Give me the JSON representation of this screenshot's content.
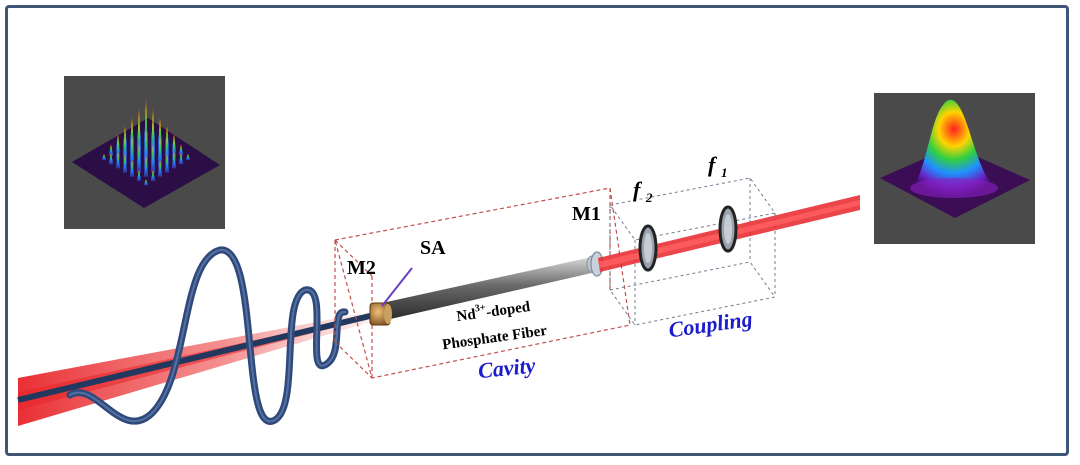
{
  "labels": {
    "m2": "M2",
    "sa": "SA",
    "m1": "M1",
    "f2": "f",
    "f2_sub": "2",
    "f1": "f",
    "f1_sub": "1",
    "fiber_line1": "Nd",
    "fiber_sup": "3+",
    "fiber_line1_rest": "-doped",
    "fiber_line2": "Phosphate Fiber",
    "cavity": "Cavity",
    "coupling": "Coupling"
  },
  "colors": {
    "frame": "#3f5677",
    "beam_red": "#e8252a",
    "wave_blue": "#2f4a7a",
    "box_cavity": "#c0504d",
    "box_coupling": "#6f7f8f",
    "label_blue": "#1c1ccb",
    "inset_bg": "#4a4a4a"
  },
  "insets": {
    "left": "multimode-beam-profile",
    "right": "gaussian-beam-profile"
  }
}
